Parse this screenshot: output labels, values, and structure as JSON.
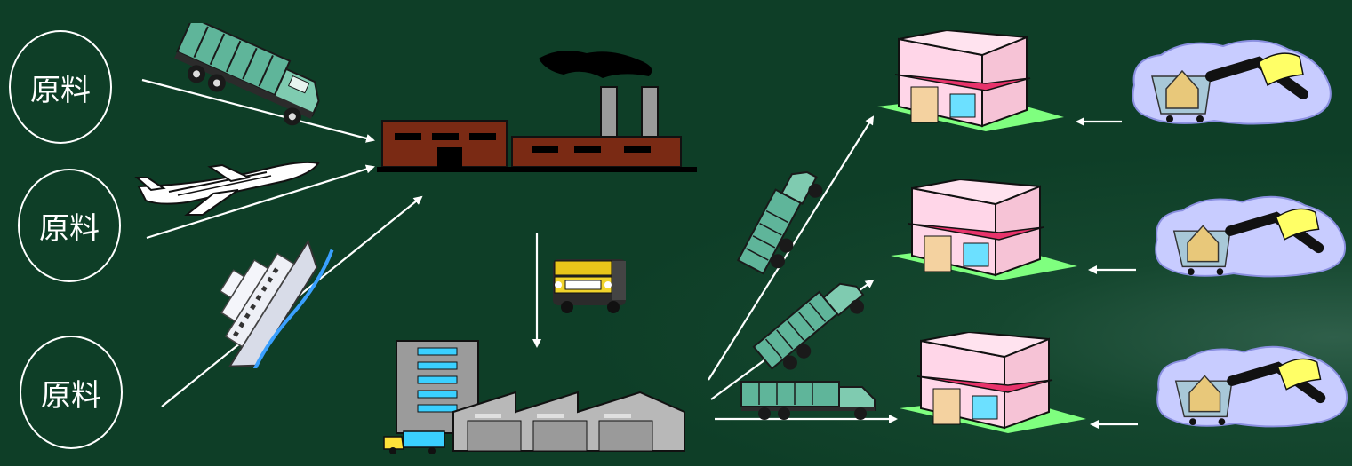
{
  "raw_materials": [
    {
      "label": "原料"
    },
    {
      "label": "原料"
    },
    {
      "label": "原料"
    }
  ],
  "colors": {
    "background": "#0e3e27",
    "arrow": "#ffffff",
    "truck": "#5fb59a",
    "factory": "#7a2a14",
    "store_awning": "#e8336b",
    "lawn": "#7fff7f"
  },
  "icons": [
    "dump-truck-icon",
    "airplane-icon",
    "cargo-ship-icon",
    "factory-icon",
    "bus-icon",
    "warehouse-icon",
    "delivery-van-icon",
    "store-icon",
    "shopper-icon"
  ]
}
